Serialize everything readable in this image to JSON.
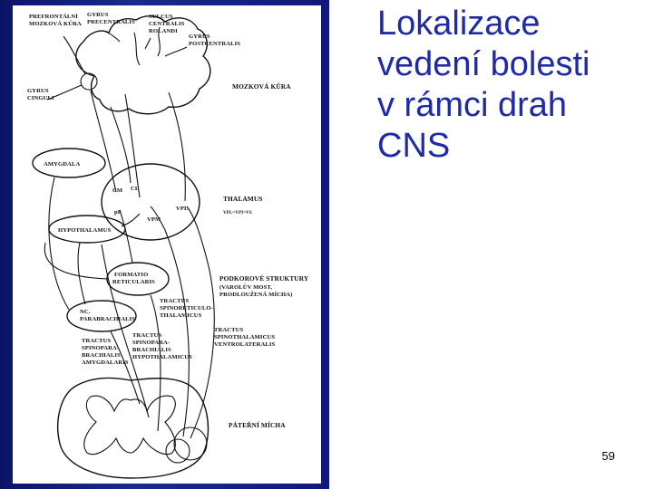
{
  "slide": {
    "title_lines": [
      "Lokalizace",
      "vedení bolesti",
      "v rámci drah",
      "CNS"
    ],
    "page_number": "59",
    "colors": {
      "left_band": "#10187a",
      "title_text": "#1e2aa8",
      "background": "#ffffff"
    }
  },
  "diagram": {
    "labels": {
      "prefrontal_1": "PREFRONTÁLNÍ",
      "prefrontal_2": "MOZKOVÁ KŮRA",
      "precentral_1": "GYRUS",
      "precentral_2": "PRECENTRALIS",
      "sulcus_1": "SULCUS",
      "sulcus_2": "CENTRALIS",
      "sulcus_3": "ROLANDI",
      "postcentral_1": "GYRUS",
      "postcentral_2": "POSTCENTRALIS",
      "cingulate_1": "GYRUS",
      "cingulate_2": "CINGULI",
      "cortex": "MOZKOVÁ KŮRA",
      "amygdala": "AMYGDALA",
      "cm": "CM",
      "cl": "CL",
      "pf": "pF",
      "vpm": "VPM",
      "vpl": "VPL",
      "thalamus": "THALAMUS",
      "thalamus_sub": "VPL=VPI=VS",
      "hypothalamus": "HYPOTHALAMUS",
      "formatio_1": "FORMATIO",
      "formatio_2": "RETICULARIS",
      "subcortical_1": "PODKOROVÉ STRUKTURY",
      "subcortical_2": "(VAROLŮV MOST,",
      "subcortical_3": "PRODLOUŽENÁ MÍCHA)",
      "spinoreticulo_1": "TRACTUS",
      "spinoreticulo_2": "SPINORETICULO-",
      "spinoreticulo_3": "THALAMICUS",
      "parabrachial_1": "NC.",
      "parabrachial_2": "PARABRACHIALIS",
      "spinothal_1": "TRACTUS",
      "spinothal_2": "SPINOTHALAMICUS",
      "spinothal_3": "VENTROLATERALIS",
      "spinopara_1": "TRACTUS",
      "spinopara_2": "SPINOPARA-",
      "spinopara_3": "BRACHIALIS",
      "spinopara_4": "AMYGDALARIS",
      "spinohypo_1": "TRACTUS",
      "spinohypo_2": "SPINOPARA-",
      "spinohypo_3": "BRACHIALIS",
      "spinohypo_4": "HYPOTHALAMICUS",
      "spinal_cord": "PÁTEŘNÍ MÍCHA"
    }
  }
}
